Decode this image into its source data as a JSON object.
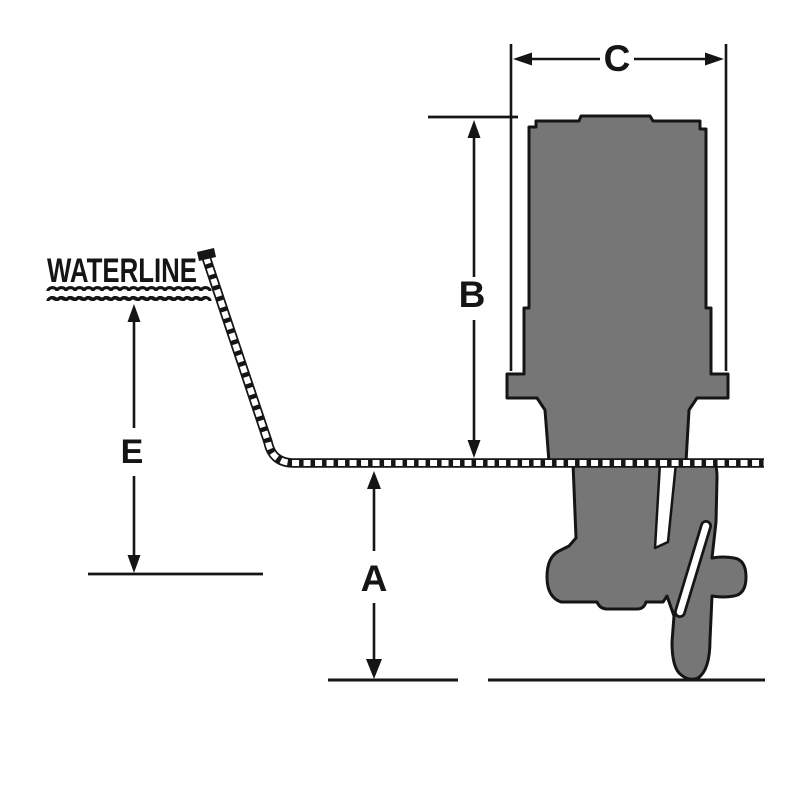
{
  "diagram": {
    "waterline_label": "WATERLINE",
    "dimensions": {
      "a": "A",
      "b": "B",
      "c": "C",
      "e": "E"
    }
  },
  "colors": {
    "background": "#ffffff",
    "motor_fill": "#767676",
    "ink": "#151515"
  }
}
